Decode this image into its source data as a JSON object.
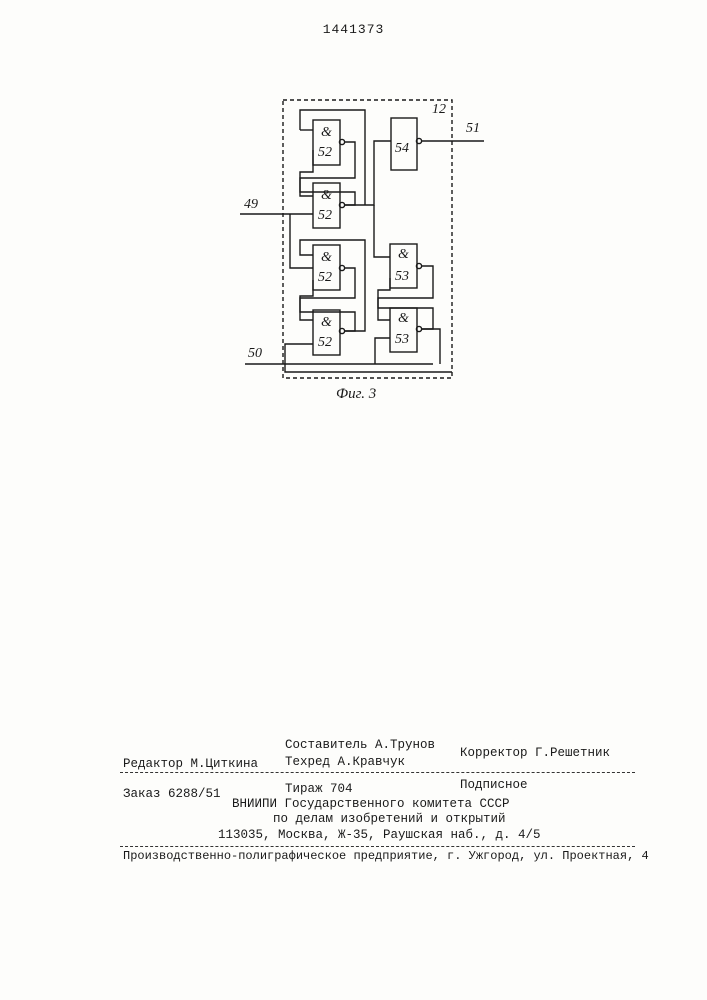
{
  "header": {
    "patent_number": "1441373"
  },
  "figure": {
    "caption": "Фиг. 3",
    "block_label": "12",
    "gate_symbol": "&",
    "gate_52_label": "52",
    "gate_53_label": "53",
    "block_54_label": "54",
    "line_49": "49",
    "line_50": "50",
    "line_51": "51"
  },
  "imprint": {
    "editor": "Редактор М.Циткина",
    "compiler": "Составитель А.Трунов",
    "techred": "Техред А.Кравчук",
    "corrector": "Корректор Г.Решетник",
    "order": "Заказ 6288/51",
    "circulation": "Тираж 704",
    "subscription": "Подписное",
    "org_line1": "ВНИИПИ Государственного комитета СССР",
    "org_line2": "по делам изобретений и открытий",
    "address": "113035, Москва, Ж-35, Раушская наб., д. 4/5",
    "printer": "Производственно-полиграфическое предприятие, г. Ужгород, ул. Проектная, 4"
  }
}
